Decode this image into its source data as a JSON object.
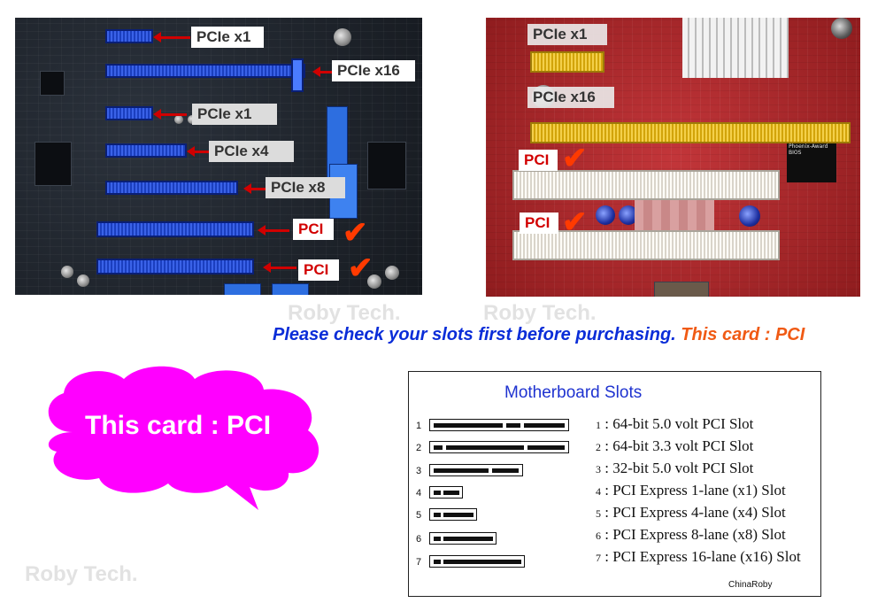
{
  "left_photo": {
    "labels": {
      "x1_top": "PCIe x1",
      "x16": "PCIe x16",
      "x1_mid": "PCIe x1",
      "x4": "PCIe x4",
      "x8": "PCIe x8",
      "pci_1": "PCI",
      "pci_2": "PCI"
    },
    "colors": {
      "board": "#1f242c",
      "slot": "#1b3fbf",
      "arrow": "#d00000",
      "check": "#ff3a00"
    }
  },
  "right_photo": {
    "labels": {
      "x1": "PCIe x1",
      "x16": "PCIe x16",
      "pci_1": "PCI",
      "pci_2": "PCI"
    },
    "colors": {
      "board": "#b5282a",
      "slot": "#e3b410",
      "pci_slot": "#eeeae2"
    }
  },
  "watermark": "Roby Tech.",
  "headline": {
    "main": "Please check your slots first before purchasing.",
    "highlight": "This card : PCI",
    "colors": {
      "main": "#0a2dd8",
      "highlight": "#f05a14"
    }
  },
  "callout": {
    "text": "This card : PCI",
    "color": "#ff00ff"
  },
  "diagram": {
    "title": "Motherboard Slots",
    "rows": [
      {
        "num": "1",
        "idx": "1",
        "text": ": 64-bit 5.0 volt PCI Slot"
      },
      {
        "num": "2",
        "idx": "2",
        "text": ": 64-bit 3.3 volt PCI Slot"
      },
      {
        "num": "3",
        "idx": "3",
        "text": ": 32-bit 5.0 volt PCI Slot"
      },
      {
        "num": "4",
        "idx": "4",
        "text": ": PCI Express 1-lane (x1) Slot"
      },
      {
        "num": "5",
        "idx": "5",
        "text": ": PCI Express 4-lane (x4) Slot"
      },
      {
        "num": "6",
        "idx": "6",
        "text": ": PCI Express 8-lane (x8) Slot"
      },
      {
        "num": "7",
        "idx": "7",
        "text": ": PCI Express 16-lane (x16) Slot"
      }
    ],
    "credit": "ChinaRoby"
  }
}
